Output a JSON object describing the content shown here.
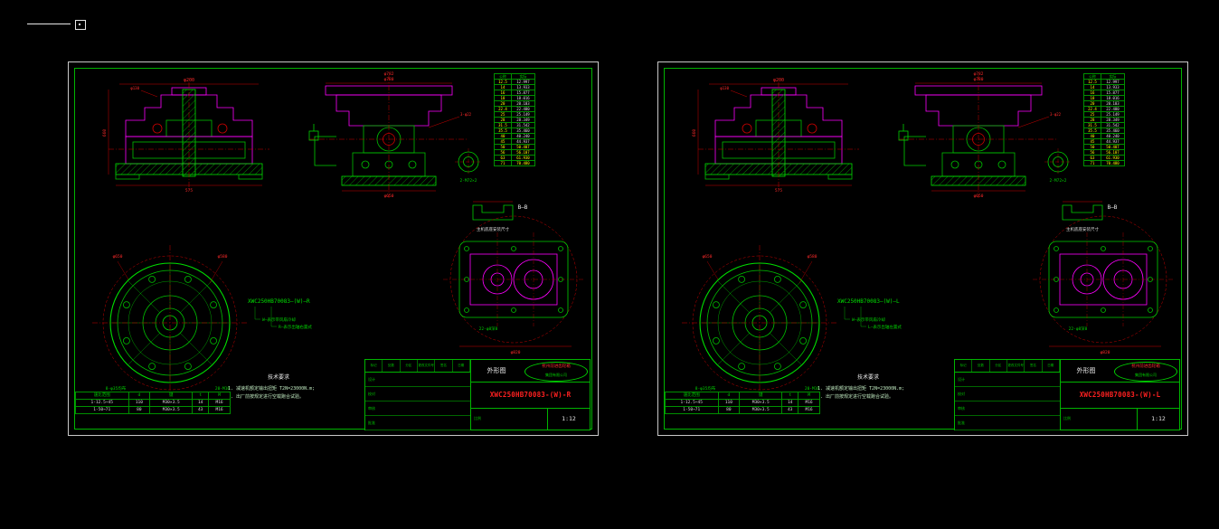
{
  "colors": {
    "background": "#000000",
    "line_green": "#00d000",
    "line_magenta": "#ff00ff",
    "line_red": "#ff2a2a",
    "table_yellow": "#ffff00"
  },
  "sheets": [
    {
      "dims": {
        "a_top": "φ200",
        "a_top2": "φ130",
        "a_left": "660",
        "a_bottom": "575",
        "b_top1": "φ782",
        "b_top2": "φ780",
        "b_left": "3-φ22",
        "b_bottom": "φ650",
        "flange": "2-M72×2",
        "c1": "φ650",
        "c2": "φ580",
        "c3": "8-φ35均布",
        "c4": "20-M16",
        "h_label": "B—B",
        "h_dim": "22-φ8深8",
        "h_dim2": "φ820"
      },
      "labels": {
        "base_note": "主机底座安装尺寸",
        "model_callout": "XWC250HB70083—(W)—R",
        "legend0": "W—表示带风扇冷却",
        "legend1": "R—表示出轴右置式",
        "tech_title": "技术要求",
        "tech0": "1. 减速机额定输出扭矩 T2N=23000N.m;",
        "tech1": "2. 出厂前按规定进行空载跑合试验。"
      },
      "param_table": {
        "header": [
          "公称",
          "实际"
        ],
        "rows": [
          [
            "12.5",
            "12.997"
          ],
          [
            "14",
            "13.933"
          ],
          [
            "16",
            "15.877"
          ],
          [
            "18",
            "18.016"
          ],
          [
            "20",
            "20.103"
          ],
          [
            "22.4",
            "22.480"
          ],
          [
            "25",
            "25.149"
          ],
          [
            "28",
            "28.349"
          ],
          [
            "31.5",
            "31.542"
          ],
          [
            "35.5",
            "35.460"
          ],
          [
            "40",
            "40.240"
          ],
          [
            "45",
            "44.937"
          ],
          [
            "50",
            "50.407"
          ],
          [
            "56",
            "56.107"
          ],
          [
            "63",
            "61.930"
          ],
          [
            "71",
            "70.480"
          ]
        ]
      },
      "bom_table": {
        "header": [
          "速比范围",
          "d",
          "键",
          "t",
          "M"
        ],
        "rows": [
          [
            "1-12.5~45",
            "110",
            "M30×3.5",
            "14",
            "M16"
          ],
          [
            "1-50~71",
            "80",
            "M30×3.5",
            "43",
            "M16"
          ]
        ]
      },
      "titleblock": {
        "doc_type": "外形图",
        "company1": "杭州前进齿轮箱",
        "company2": "集团有限公司",
        "drawing_no": "XWC250HB70083-(W)-R",
        "scale_label": "比例",
        "scale": "1:12",
        "header_cells": [
          "标记",
          "处数",
          "分区",
          "更改文件号",
          "签名",
          "日期"
        ],
        "left_rows": [
          "设计",
          "校对",
          "审核",
          "批准"
        ]
      }
    },
    {
      "dims": {
        "a_top": "φ200",
        "a_top2": "φ130",
        "a_left": "660",
        "a_bottom": "575",
        "b_top1": "φ782",
        "b_top2": "φ780",
        "b_left": "3-φ22",
        "b_bottom": "φ650",
        "flange": "2-M72×2",
        "c1": "φ650",
        "c2": "φ580",
        "c3": "8-φ35均布",
        "c4": "20-M16",
        "h_label": "B—B",
        "h_dim": "22-φ8深8",
        "h_dim2": "φ820"
      },
      "labels": {
        "base_note": "主机底座安装尺寸",
        "model_callout": "XWC250HB70083—(W)—L",
        "legend0": "W—表示带风扇冷却",
        "legend1": "L—表示出轴左置式",
        "tech_title": "技术要求",
        "tech0": "1. 减速机额定输出扭矩 T2N=23000N.m;",
        "tech1": "2. 出厂前按规定进行空载跑合试验。"
      },
      "param_table": {
        "header": [
          "公称",
          "实际"
        ],
        "rows": [
          [
            "12.5",
            "12.997"
          ],
          [
            "14",
            "13.933"
          ],
          [
            "16",
            "15.877"
          ],
          [
            "18",
            "18.016"
          ],
          [
            "20",
            "20.103"
          ],
          [
            "22.4",
            "22.480"
          ],
          [
            "25",
            "25.149"
          ],
          [
            "28",
            "28.349"
          ],
          [
            "31.5",
            "31.542"
          ],
          [
            "35.5",
            "35.460"
          ],
          [
            "40",
            "40.240"
          ],
          [
            "45",
            "44.937"
          ],
          [
            "50",
            "50.407"
          ],
          [
            "56",
            "56.107"
          ],
          [
            "63",
            "61.930"
          ],
          [
            "71",
            "70.480"
          ]
        ]
      },
      "bom_table": {
        "header": [
          "速比范围",
          "d",
          "键",
          "t",
          "M"
        ],
        "rows": [
          [
            "1-12.5~45",
            "110",
            "M30×3.5",
            "14",
            "M16"
          ],
          [
            "1-50~71",
            "80",
            "M30×3.5",
            "43",
            "M16"
          ]
        ]
      },
      "titleblock": {
        "doc_type": "外形图",
        "company1": "杭州前进齿轮箱",
        "company2": "集团有限公司",
        "drawing_no": "XWC250HB70083-(W)-L",
        "scale_label": "比例",
        "scale": "1:12",
        "header_cells": [
          "标记",
          "处数",
          "分区",
          "更改文件号",
          "签名",
          "日期"
        ],
        "left_rows": [
          "设计",
          "校对",
          "审核",
          "批准"
        ]
      }
    }
  ]
}
